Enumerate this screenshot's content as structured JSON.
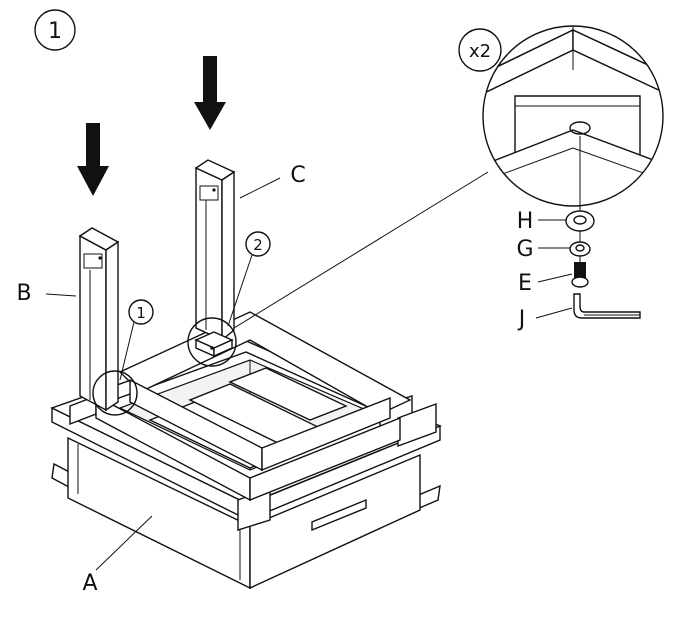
{
  "step": {
    "number": "1"
  },
  "parts": {
    "a": "A",
    "b": "B",
    "c": "C",
    "e": "E",
    "g": "G",
    "h": "H",
    "j": "J"
  },
  "callouts": {
    "one": "1",
    "two": "2"
  },
  "detail": {
    "quantity": "x2"
  },
  "colors": {
    "ink": "#111111",
    "background": "#ffffff"
  }
}
